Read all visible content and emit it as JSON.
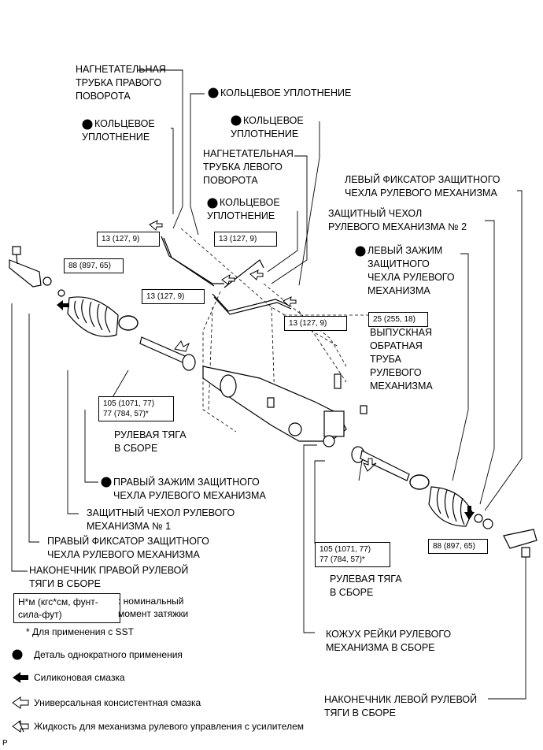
{
  "labels": {
    "l1": "НАГНЕТАТЕЛЬНАЯ\nТРУБКА ПРАВОГО\nПОВОРОТА",
    "l2": "КОЛЬЦЕВОЕ УПЛОТНЕНИЕ",
    "l3": "КОЛЬЦЕВОЕ\nУПЛОТНЕНИЕ",
    "l4": "КОЛЬЦЕВОЕ\nУПЛОТНЕНИЕ",
    "l5": "НАГНЕТАТЕЛЬНАЯ\nТРУБКА ЛЕВОГО\nПОВОРОТА",
    "l6": "КОЛЬЦЕВОЕ\nУПЛОТНЕНИЕ",
    "l7": "ЛЕВЫЙ ФИКСАТОР ЗАЩИТНОГО\nЧЕХЛА РУЛЕВОГО МЕХАНИЗМА",
    "l8": "ЗАЩИТНЫЙ ЧЕХОЛ\nРУЛЕВОГО МЕХАНИЗМА № 2",
    "l9": "ЛЕВЫЙ ЗАЖИМ\nЗАЩИТНОГО\nЧЕХЛА РУЛЕВОГО\nМЕХАНИЗМА",
    "l10": "ВЫПУСКНАЯ\nОБРАТНАЯ\nТРУБА\nРУЛЕВОГО\nМЕХАНИЗМА",
    "l11": "РУЛЕВАЯ ТЯГА\nВ СБОРЕ",
    "l12": "ПРАВЫЙ ЗАЖИМ ЗАЩИТНОГО\nЧЕХЛА РУЛЕВОГО МЕХАНИЗМА",
    "l13": "ЗАЩИТНЫЙ ЧЕХОЛ РУЛЕВОГО\nМЕХАНИЗМА № 1",
    "l14": "ПРАВЫЙ ФИКСАТОР ЗАЩИТНОГО\nЧЕХЛА РУЛЕВОГО МЕХАНИЗМА",
    "l15": "НАКОНЕЧНИК ПРАВОЙ РУЛЕВОЙ\nТЯГИ В СБОРЕ",
    "l16": "РУЛЕВАЯ ТЯГА\nВ СБОРЕ",
    "l17": "КОЖУХ РЕЙКИ РУЛЕВОГО\nМЕХАНИЗМА В СБОРЕ",
    "l18": "НАКОНЕЧНИК ЛЕВОЙ РУЛЕВОЙ\nТЯГИ В СБОРЕ"
  },
  "torques": {
    "t1": "13 (127, 9)",
    "t2": "13 (127, 9)",
    "t3": "13 (127, 9)",
    "t4": "13 (127, 9)",
    "t5": "88 (897, 65)",
    "t6": "25 (255, 18)",
    "t7": "105 (1071, 77)\n77 (784, 57)*",
    "t8": "105 (1071, 77)\n77 (784, 57)*",
    "t9": "88 (897, 65)"
  },
  "legend": {
    "unit_box": "Н*м (кгс*см, фунт-\nсила-фут)",
    "unit_text": ": номинальный\nмомент затяжки",
    "sst": "* Для применения с SST",
    "single_use": "Деталь однократного применения",
    "silicone": "Силиконовая смазка",
    "grease": "Универсальная консистентная смазка",
    "fluid": "Жидкость для механизма рулевого управления с усилителем"
  },
  "footer_code": "P"
}
